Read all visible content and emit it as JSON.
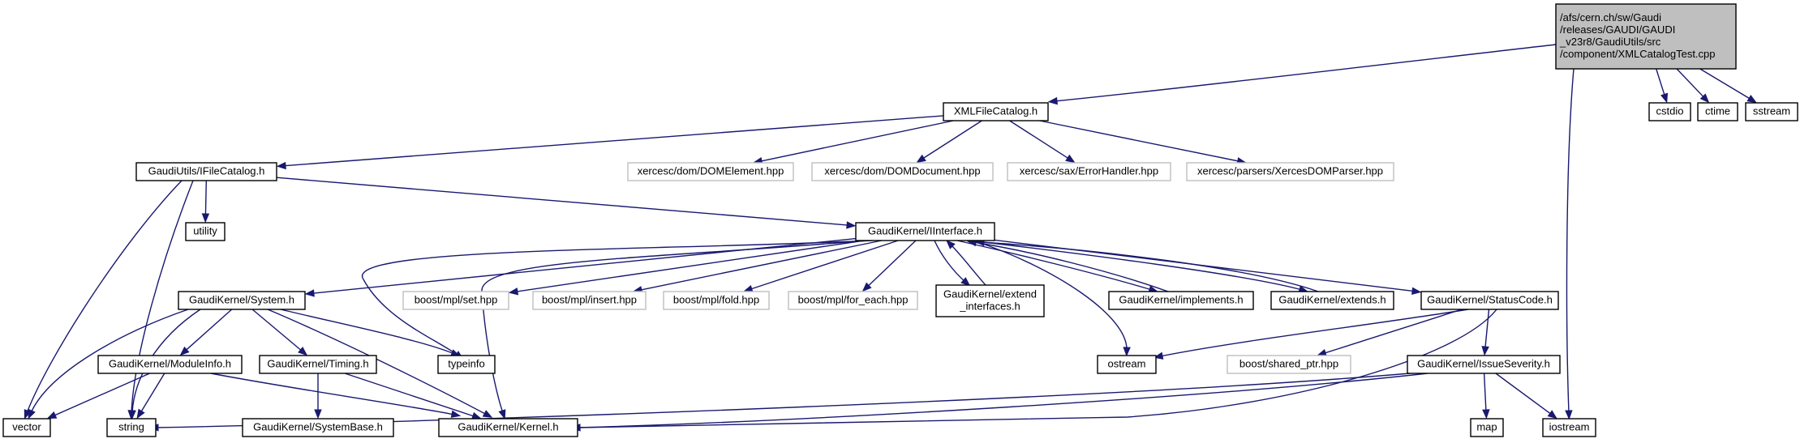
{
  "nodes": [
    {
      "id": "xmlcatalogtest",
      "lines": [
        "/afs/cern.ch/sw/Gaudi",
        "/releases/GAUDI/GAUDI",
        "_v23r8/GaudiUtils/src",
        "/component/XMLCatalogTest.cpp"
      ],
      "kind": "root"
    },
    {
      "id": "xmlfilecatalog",
      "lines": [
        "XMLFileCatalog.h"
      ],
      "kind": "header"
    },
    {
      "id": "cstdio",
      "lines": [
        "cstdio"
      ],
      "kind": "header"
    },
    {
      "id": "ctime",
      "lines": [
        "ctime"
      ],
      "kind": "header"
    },
    {
      "id": "sstream",
      "lines": [
        "sstream"
      ],
      "kind": "header"
    },
    {
      "id": "ifilecatalog",
      "lines": [
        "GaudiUtils/IFileCatalog.h"
      ],
      "kind": "header"
    },
    {
      "id": "domelement",
      "lines": [
        "xercesc/dom/DOMElement.hpp"
      ],
      "kind": "external"
    },
    {
      "id": "domdocument",
      "lines": [
        "xercesc/dom/DOMDocument.hpp"
      ],
      "kind": "external"
    },
    {
      "id": "errorhandler",
      "lines": [
        "xercesc/sax/ErrorHandler.hpp"
      ],
      "kind": "external"
    },
    {
      "id": "xercesdomparser",
      "lines": [
        "xercesc/parsers/XercesDOMParser.hpp"
      ],
      "kind": "external"
    },
    {
      "id": "utility",
      "lines": [
        "utility"
      ],
      "kind": "header"
    },
    {
      "id": "iinterface",
      "lines": [
        "GaudiKernel/IInterface.h"
      ],
      "kind": "header"
    },
    {
      "id": "system",
      "lines": [
        "GaudiKernel/System.h"
      ],
      "kind": "header"
    },
    {
      "id": "mplset",
      "lines": [
        "boost/mpl/set.hpp"
      ],
      "kind": "external"
    },
    {
      "id": "mplinsert",
      "lines": [
        "boost/mpl/insert.hpp"
      ],
      "kind": "external"
    },
    {
      "id": "mplfold",
      "lines": [
        "boost/mpl/fold.hpp"
      ],
      "kind": "external"
    },
    {
      "id": "mplforeach",
      "lines": [
        "boost/mpl/for_each.hpp"
      ],
      "kind": "external"
    },
    {
      "id": "extendinterfaces",
      "lines": [
        "GaudiKernel/extend",
        "_interfaces.h"
      ],
      "kind": "header"
    },
    {
      "id": "implements",
      "lines": [
        "GaudiKernel/implements.h"
      ],
      "kind": "header"
    },
    {
      "id": "extends",
      "lines": [
        "GaudiKernel/extends.h"
      ],
      "kind": "header"
    },
    {
      "id": "statuscode",
      "lines": [
        "GaudiKernel/StatusCode.h"
      ],
      "kind": "header"
    },
    {
      "id": "moduleinfo",
      "lines": [
        "GaudiKernel/ModuleInfo.h"
      ],
      "kind": "header"
    },
    {
      "id": "timing",
      "lines": [
        "GaudiKernel/Timing.h"
      ],
      "kind": "header"
    },
    {
      "id": "typeinfo",
      "lines": [
        "typeinfo"
      ],
      "kind": "header"
    },
    {
      "id": "ostream",
      "lines": [
        "ostream"
      ],
      "kind": "header"
    },
    {
      "id": "sharedptr",
      "lines": [
        "boost/shared_ptr.hpp"
      ],
      "kind": "external"
    },
    {
      "id": "issueseverity",
      "lines": [
        "GaudiKernel/IssueSeverity.h"
      ],
      "kind": "header"
    },
    {
      "id": "vector",
      "lines": [
        "vector"
      ],
      "kind": "header"
    },
    {
      "id": "string",
      "lines": [
        "string"
      ],
      "kind": "header"
    },
    {
      "id": "systembase",
      "lines": [
        "GaudiKernel/SystemBase.h"
      ],
      "kind": "header"
    },
    {
      "id": "kernel",
      "lines": [
        "GaudiKernel/Kernel.h"
      ],
      "kind": "header"
    },
    {
      "id": "map",
      "lines": [
        "map"
      ],
      "kind": "header"
    },
    {
      "id": "iostream",
      "lines": [
        "iostream"
      ],
      "kind": "header"
    }
  ],
  "edges": [
    {
      "from": "xmlcatalogtest",
      "to": "xmlfilecatalog"
    },
    {
      "from": "xmlcatalogtest",
      "to": "cstdio"
    },
    {
      "from": "xmlcatalogtest",
      "to": "ctime"
    },
    {
      "from": "xmlcatalogtest",
      "to": "sstream"
    },
    {
      "from": "xmlcatalogtest",
      "to": "iostream"
    },
    {
      "from": "xmlfilecatalog",
      "to": "ifilecatalog"
    },
    {
      "from": "xmlfilecatalog",
      "to": "domelement"
    },
    {
      "from": "xmlfilecatalog",
      "to": "domdocument"
    },
    {
      "from": "xmlfilecatalog",
      "to": "errorhandler"
    },
    {
      "from": "xmlfilecatalog",
      "to": "xercesdomparser"
    },
    {
      "from": "ifilecatalog",
      "to": "utility"
    },
    {
      "from": "ifilecatalog",
      "to": "iinterface"
    },
    {
      "from": "ifilecatalog",
      "to": "vector"
    },
    {
      "from": "ifilecatalog",
      "to": "string"
    },
    {
      "from": "iinterface",
      "to": "system"
    },
    {
      "from": "iinterface",
      "to": "mplset"
    },
    {
      "from": "iinterface",
      "to": "mplinsert"
    },
    {
      "from": "iinterface",
      "to": "mplfold"
    },
    {
      "from": "iinterface",
      "to": "mplforeach"
    },
    {
      "from": "iinterface",
      "to": "extendinterfaces"
    },
    {
      "from": "extendinterfaces",
      "to": "iinterface"
    },
    {
      "from": "iinterface",
      "to": "implements"
    },
    {
      "from": "implements",
      "to": "iinterface"
    },
    {
      "from": "iinterface",
      "to": "extends"
    },
    {
      "from": "extends",
      "to": "iinterface"
    },
    {
      "from": "iinterface",
      "to": "statuscode"
    },
    {
      "from": "iinterface",
      "to": "typeinfo"
    },
    {
      "from": "iinterface",
      "to": "ostream"
    },
    {
      "from": "iinterface",
      "to": "kernel"
    },
    {
      "from": "system",
      "to": "moduleinfo"
    },
    {
      "from": "system",
      "to": "timing"
    },
    {
      "from": "system",
      "to": "typeinfo"
    },
    {
      "from": "system",
      "to": "kernel"
    },
    {
      "from": "system",
      "to": "vector"
    },
    {
      "from": "system",
      "to": "string"
    },
    {
      "from": "moduleinfo",
      "to": "vector"
    },
    {
      "from": "moduleinfo",
      "to": "string"
    },
    {
      "from": "moduleinfo",
      "to": "kernel"
    },
    {
      "from": "timing",
      "to": "systembase"
    },
    {
      "from": "timing",
      "to": "kernel"
    },
    {
      "from": "statuscode",
      "to": "ostream"
    },
    {
      "from": "statuscode",
      "to": "sharedptr"
    },
    {
      "from": "statuscode",
      "to": "issueseverity"
    },
    {
      "from": "statuscode",
      "to": "kernel"
    },
    {
      "from": "issueseverity",
      "to": "kernel"
    },
    {
      "from": "issueseverity",
      "to": "string"
    },
    {
      "from": "issueseverity",
      "to": "map"
    },
    {
      "from": "issueseverity",
      "to": "iostream"
    }
  ],
  "colors": {
    "edge": "#191970",
    "root_fill": "#bfbfbf",
    "root_border": "#000000",
    "header_border": "#000000",
    "external_border": "#bfbfbf",
    "external_text": "#7f7f7f",
    "node_fill": "#ffffff"
  }
}
